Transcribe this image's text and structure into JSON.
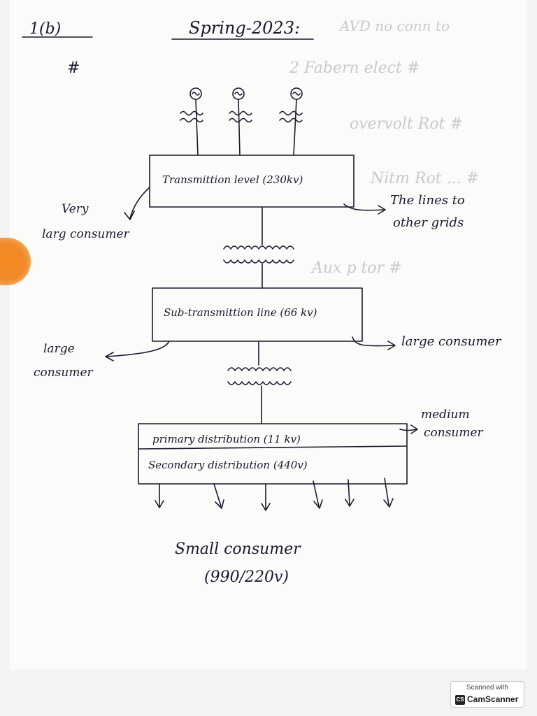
{
  "header": {
    "question_number": "1(b)",
    "title": "Spring-2023:",
    "hash_mark": "#"
  },
  "diagram": {
    "boxes": {
      "transmission": "Transmittion level (230kv)",
      "sub_transmission": "Sub-transmittion line (66 kv)",
      "primary_distribution": "primary distribution (11 kv)",
      "secondary_distribution": "Secondary distribution (440v)"
    },
    "labels": {
      "very_large_consumer_line1": "Very",
      "very_large_consumer_line2": "larg consumer",
      "other_grids_line1": "The lines to",
      "other_grids_line2": "other grids",
      "large_consumer_left_line1": "large",
      "large_consumer_left_line2": "consumer",
      "large_consumer_right": "large consumer",
      "medium_consumer_line1": "medium",
      "medium_consumer_line2": "consumer",
      "small_consumer_line1": "Small consumer",
      "small_consumer_line2": "(990/220v)"
    }
  },
  "bleed_through": {
    "line1": "AVD no conn to",
    "line2": "2 Fabern elect #",
    "line3": "overvolt Rot #",
    "line4": "Nitm Rot ... #",
    "line5": "Aux p tor #"
  },
  "watermark": {
    "top_text": "Scanned with",
    "logo_text": "CS",
    "brand_text": "CamScanner"
  },
  "colors": {
    "paper": "#fbfbfa",
    "ink": "#1a1a2e",
    "bleed_through": "#c9c9cf",
    "binder_tab": "#f08a2a"
  }
}
